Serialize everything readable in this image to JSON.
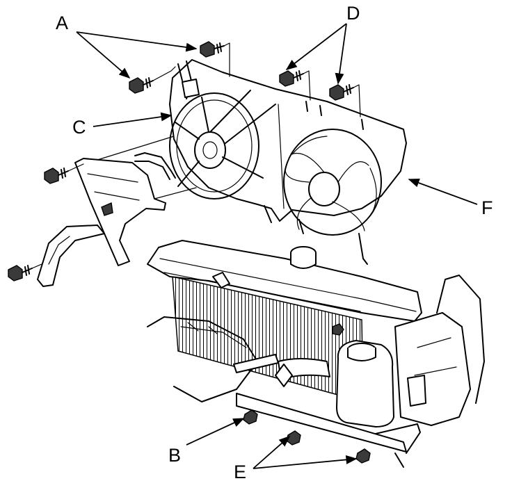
{
  "callouts": {
    "A": "A",
    "B": "B",
    "C": "C",
    "D": "D",
    "E": "E",
    "F": "F"
  }
}
